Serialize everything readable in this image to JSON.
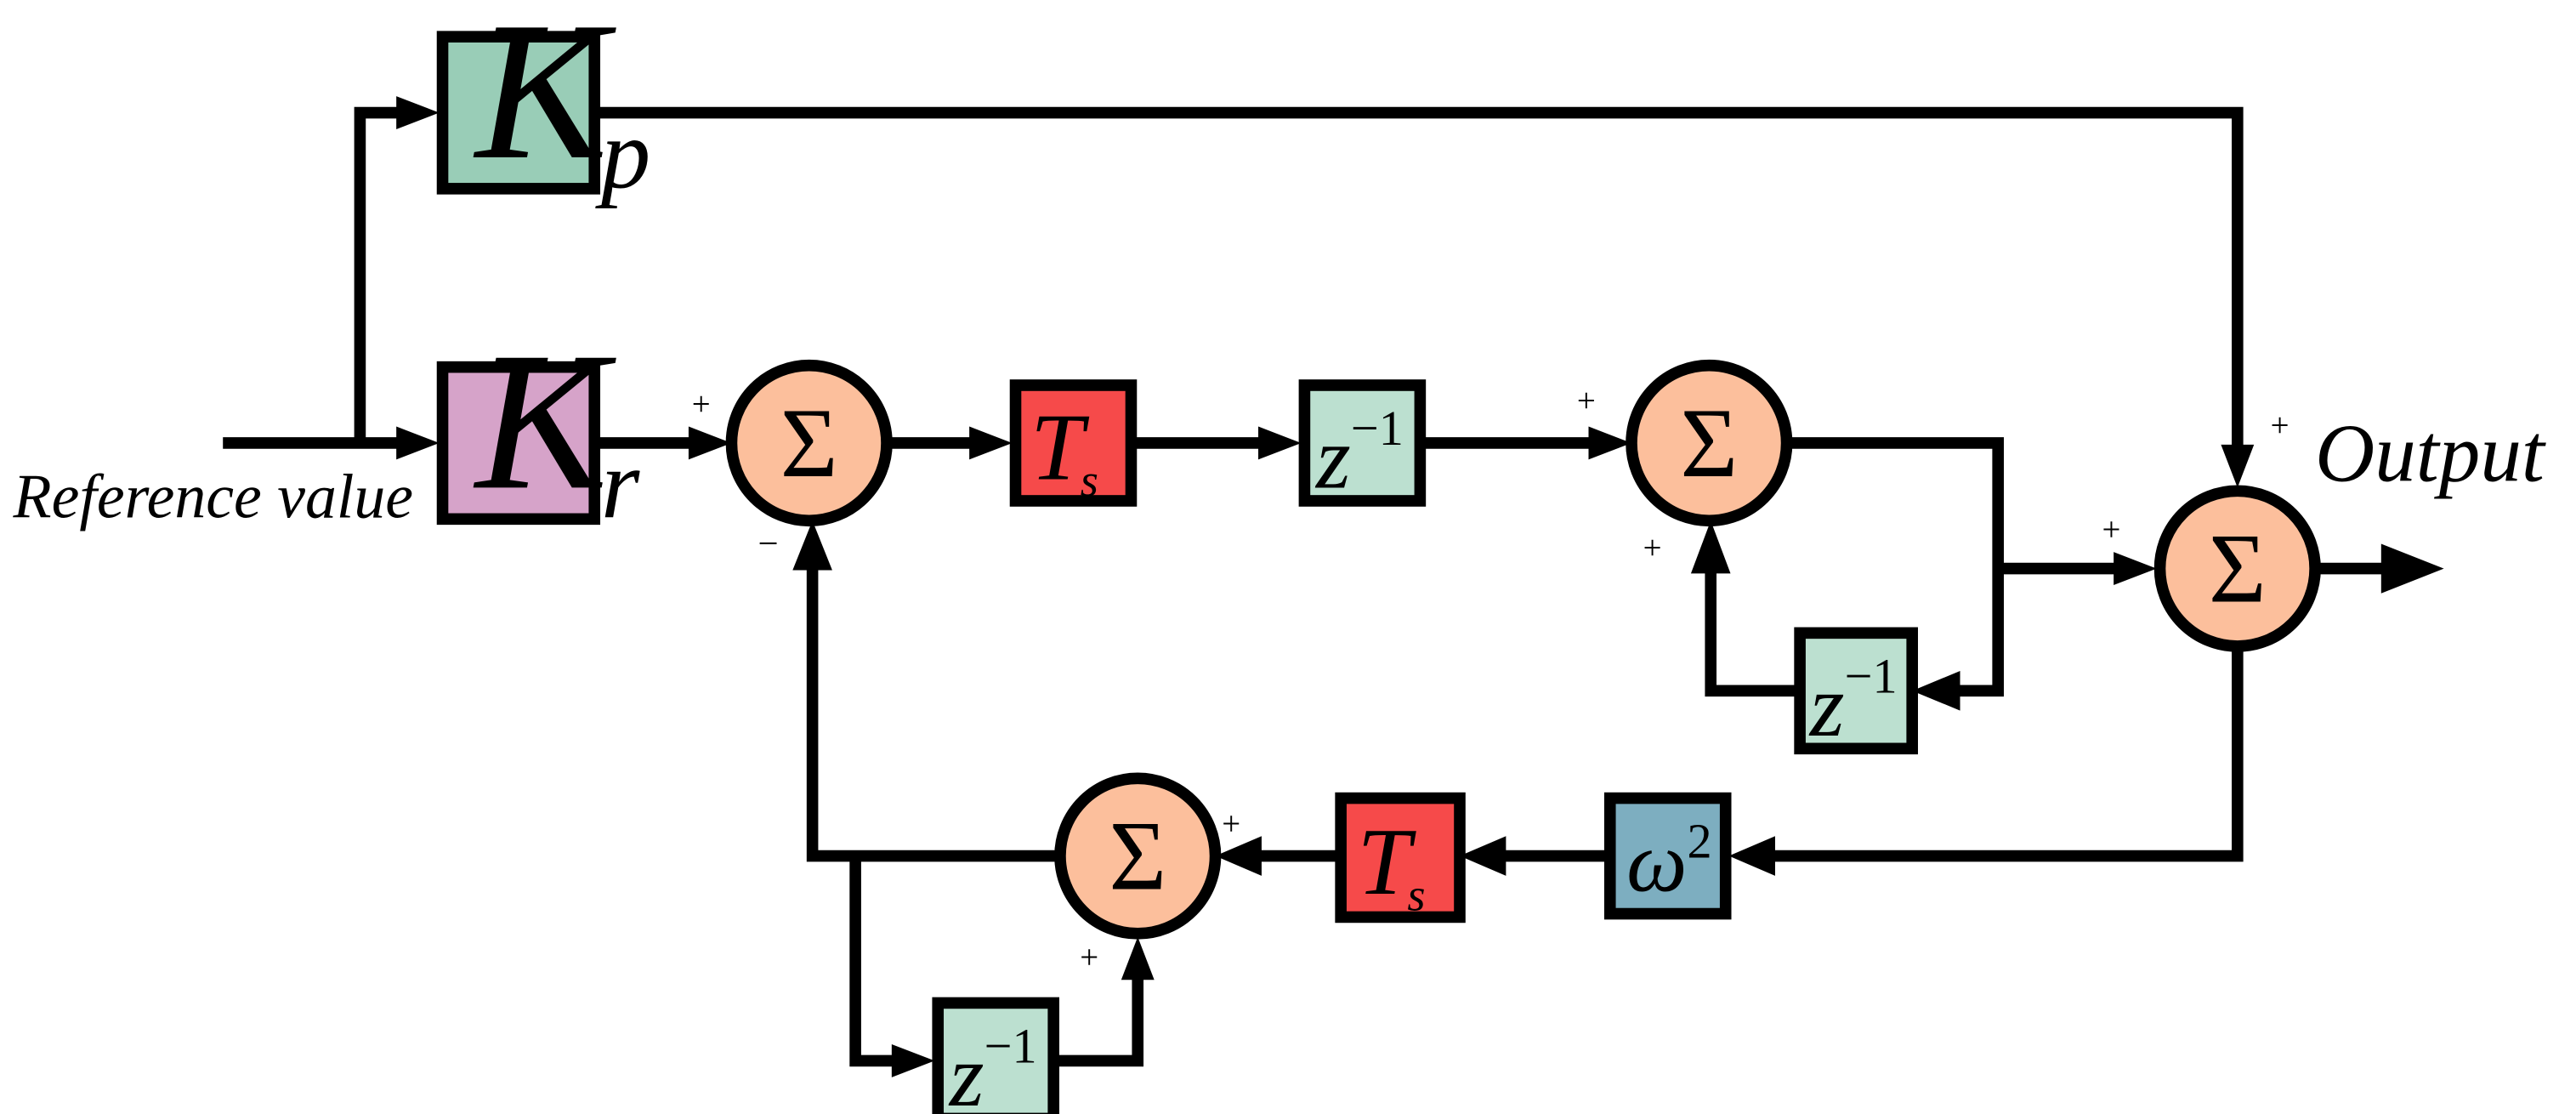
{
  "colors": {
    "kp_fill": "#99cdb7",
    "kr_fill": "#d6a3c9",
    "sum_fill": "#fcbf9c",
    "ts_fill": "#f64a4a",
    "delay_fill": "#bce0d0",
    "omega_fill": "#7daec0",
    "line": "#000000"
  },
  "labels": {
    "reference_value": "Reference value",
    "output": "Output"
  },
  "blocks": {
    "kp": {
      "main": "K",
      "sub": "p"
    },
    "kr": {
      "main": "K",
      "sub": "r"
    },
    "ts_main": {
      "main": "T",
      "sub": "s"
    },
    "ts_feedback": {
      "main": "T",
      "sub": "s"
    },
    "delay_main": {
      "main": "z",
      "sup": "−1"
    },
    "delay_resonant": {
      "main": "z",
      "sup": "−1"
    },
    "delay_feedback": {
      "main": "z",
      "sup": "−1"
    },
    "omega": {
      "main": "ω",
      "sup": "2"
    }
  },
  "summers": {
    "symbol": "Σ",
    "sum1_signs": [
      "+",
      "−"
    ],
    "sum2_signs": [
      "+",
      "+"
    ],
    "sum3_signs": [
      "+",
      "+"
    ],
    "sum4_signs": [
      "+",
      "+"
    ]
  }
}
